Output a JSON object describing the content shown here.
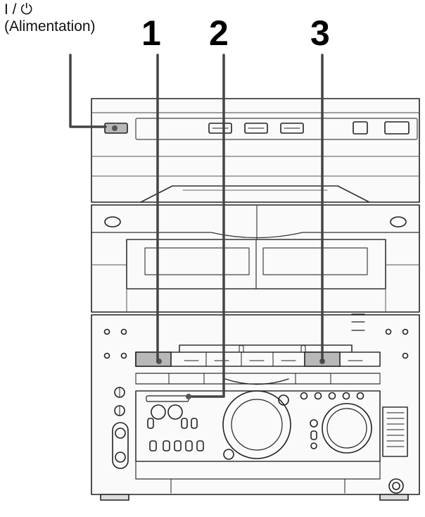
{
  "labels": {
    "power_symbol": "I / ⏻",
    "power_name": "(Alimentation)",
    "callout_1": "1",
    "callout_2": "2",
    "callout_3": "3"
  },
  "icons": {
    "power": "power-icon",
    "volume": "volume-knob-icon",
    "jog": "jog-dial-icon",
    "headphones": "headphones-jack-icon"
  }
}
